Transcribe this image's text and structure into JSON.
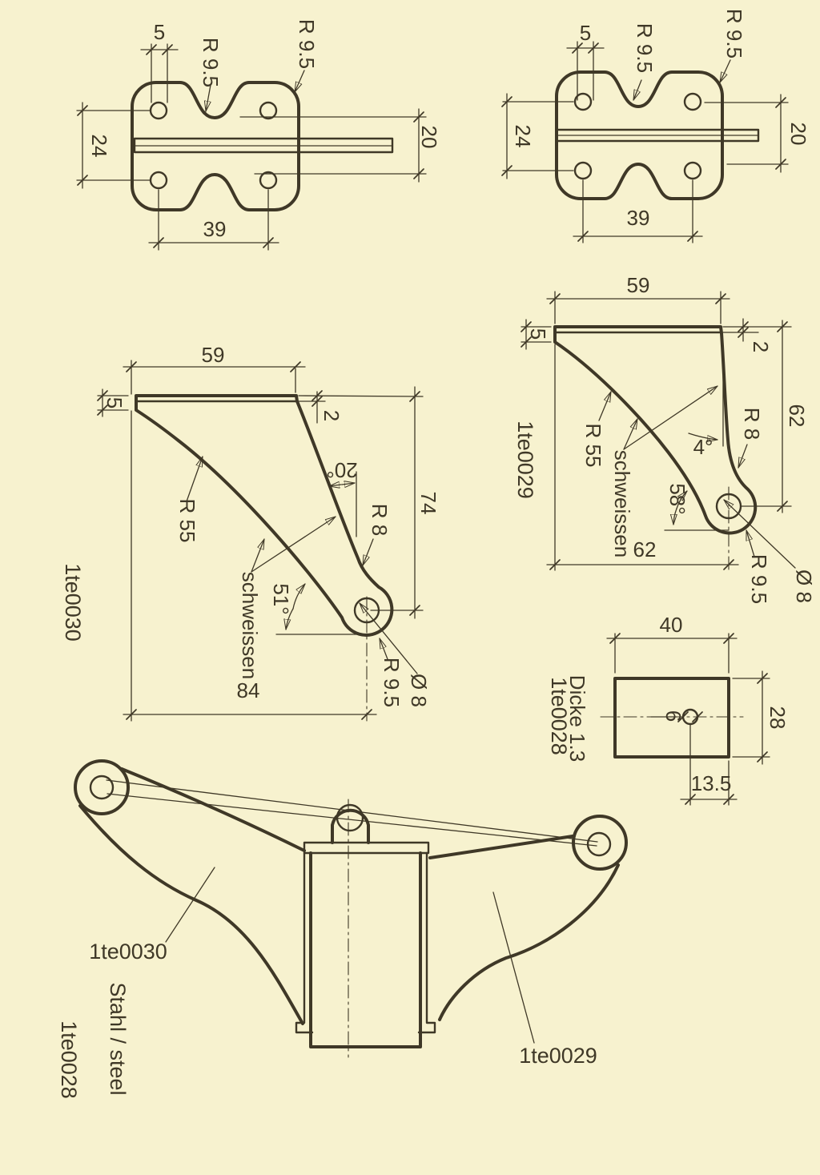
{
  "colors": {
    "paper": "#f7f2cf",
    "ink": "#3f3827"
  },
  "views": {
    "plate_top_left": {
      "dim_5": "5",
      "radius_waist": "R 9.5",
      "radius_corner": "R 9.5",
      "dim_24": "24",
      "dim_20": "20",
      "dim_39": "39"
    },
    "plate_top_right": {
      "dim_5": "5",
      "radius_waist": "R 9.5",
      "radius_corner": "R 9.5",
      "dim_24": "24",
      "dim_20": "20",
      "dim_39": "39"
    },
    "bracket_1te0030": {
      "part_no": "1te0030",
      "dim_59": "59",
      "dim_5": "5",
      "dim_2": "2",
      "radius_55": "R 55",
      "angle_20": "20°",
      "dim_74": "74",
      "radius_8": "R 8",
      "weld_note": "schweissen",
      "angle_51": "51°",
      "radius_9_5": "R 9.5",
      "dia_8": "Ø 8",
      "dim_84": "84"
    },
    "bracket_1te0029": {
      "part_no": "1te0029",
      "dim_59": "59",
      "dim_5": "5",
      "dim_2": "2",
      "radius_55": "R 55",
      "weld_note": "schweissen",
      "angle_4": "4°",
      "radius_8": "R 8",
      "dim_62_side": "62",
      "angle_58": "58°",
      "dim_62_bottom": "62",
      "radius_9_5": "R 9.5",
      "dia_8": "Ø 8"
    },
    "plate_1te0028": {
      "part_no": "1te0028",
      "thickness_note": "Dicke 1.3",
      "dim_40": "40",
      "dim_28": "28",
      "dim_6": "6",
      "dim_13_5": "13.5"
    },
    "assembly": {
      "label_left_arm": "1te0030",
      "label_right_arm": "1te0029",
      "label_plate": "1te0028",
      "material_note": "Stahl / steel"
    }
  }
}
